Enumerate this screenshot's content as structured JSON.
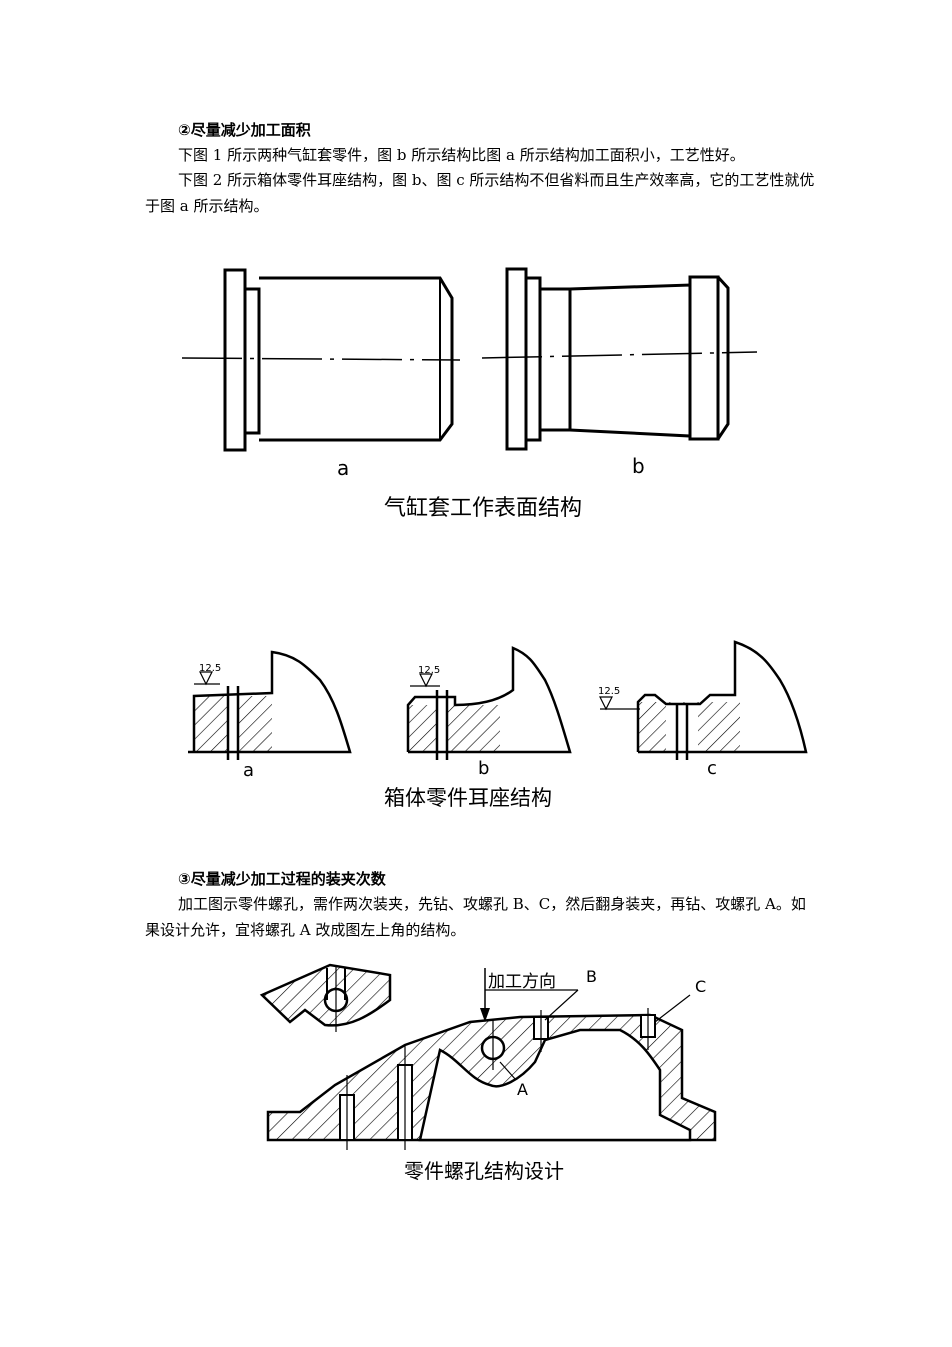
{
  "section2": {
    "heading": "②尽量减少加工面积",
    "para1": "下图 1 所示两种气缸套零件，图 b 所示结构比图 a 所示结构加工面积小，工艺性好。",
    "para2": "下图 2 所示箱体零件耳座结构，图 b、图 c 所示结构不但省料而且生产效率高，它的工艺性就优于图 a 所示结构。"
  },
  "figure1": {
    "label_a": "a",
    "label_b": "b",
    "caption": "气缸套工作表面结构"
  },
  "figure2": {
    "roughness_a": "12.5",
    "roughness_b": "12.5",
    "roughness_c": "12.5",
    "label_a": "a",
    "label_b": "b",
    "label_c": "c",
    "caption": "箱体零件耳座结构"
  },
  "section3": {
    "heading": "③尽量减少加工过程的装夹次数",
    "para": "加工图示零件螺孔，需作两次装夹，先钻、攻螺孔 B、C，然后翻身装夹，再钻、攻螺孔 A。如果设计允许，宜将螺孔 A 改成图左上角的结构。"
  },
  "figure3": {
    "direction_label": "加工方向",
    "label_a": "A",
    "label_b": "B",
    "label_c": "C",
    "caption": "零件螺孔结构设计"
  }
}
